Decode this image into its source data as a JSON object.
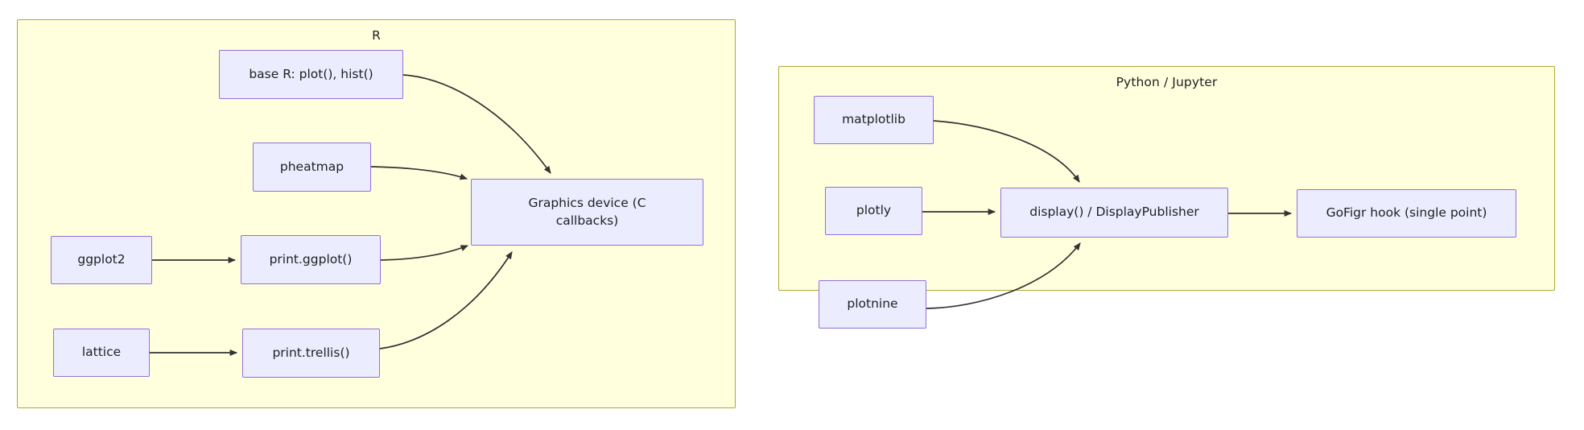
{
  "diagram": {
    "type": "flowchart",
    "direction": "left-to-right",
    "background": "#ffffff",
    "subgraph_fill": "#ffffde",
    "subgraph_stroke": "#aaaa33",
    "node_fill": "#ececff",
    "node_stroke": "#9370db",
    "edge_stroke": "#333333",
    "text_color": "#1f2020"
  },
  "subgraphs": [
    {
      "id": "r",
      "title": "R"
    },
    {
      "id": "py",
      "title": "Python / Jupyter"
    }
  ],
  "r_panel": {
    "title": "R",
    "nodes": {
      "base_r": "base R: plot(), hist()",
      "pheatmap": "pheatmap",
      "ggplot2": "ggplot2",
      "print_ggplot": "print.ggplot()",
      "lattice": "lattice",
      "print_trellis": "print.trellis()",
      "graphics_device": "Graphics device (C\ncallbacks)"
    },
    "edges": [
      {
        "from": "base R: plot(), hist()",
        "to": "Graphics device (C callbacks)",
        "label": ""
      },
      {
        "from": "pheatmap",
        "to": "Graphics device (C callbacks)",
        "label": ""
      },
      {
        "from": "ggplot2",
        "to": "print.ggplot()",
        "label": ""
      },
      {
        "from": "print.ggplot()",
        "to": "Graphics device (C callbacks)",
        "label": ""
      },
      {
        "from": "lattice",
        "to": "print.trellis()",
        "label": ""
      },
      {
        "from": "print.trellis()",
        "to": "Graphics device (C callbacks)",
        "label": ""
      }
    ]
  },
  "py_panel": {
    "title": "Python / Jupyter",
    "nodes": {
      "matplotlib": "matplotlib",
      "plotly": "plotly",
      "plotnine": "plotnine",
      "display": "display() / DisplayPublisher",
      "gofigr": "GoFigr hook (single point)"
    },
    "edges": [
      {
        "from": "matplotlib",
        "to": "display() / DisplayPublisher",
        "label": ""
      },
      {
        "from": "plotly",
        "to": "display() / DisplayPublisher",
        "label": ""
      },
      {
        "from": "plotnine",
        "to": "display() / DisplayPublisher",
        "label": ""
      },
      {
        "from": "display() / DisplayPublisher",
        "to": "GoFigr hook (single point)",
        "label": ""
      }
    ]
  }
}
